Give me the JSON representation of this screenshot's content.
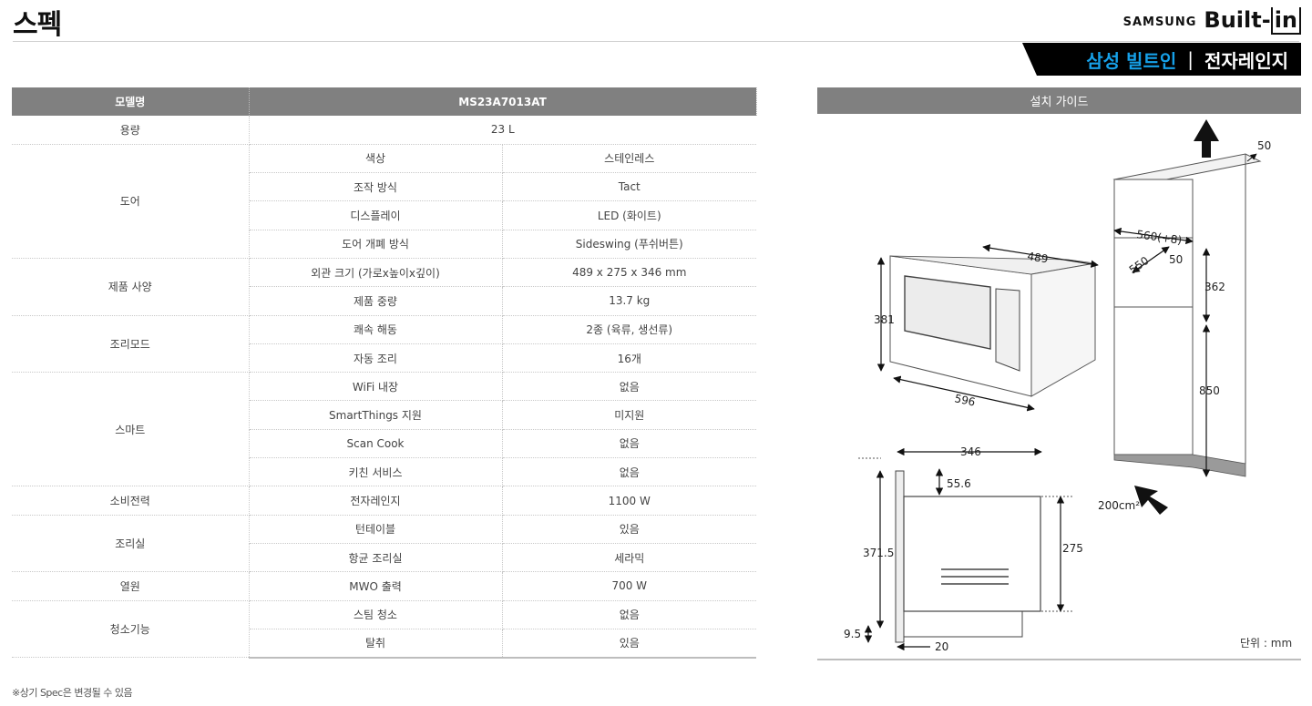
{
  "page_title": "스펙",
  "brand": {
    "samsung": "SAMSUNG",
    "built": "Built-",
    "in": "in"
  },
  "banner": {
    "part1": "삼성 빌트인",
    "separator": "|",
    "part2": "전자레인지"
  },
  "table": {
    "header": {
      "label": "모델명",
      "model": "MS23A7013AT"
    },
    "capacity": {
      "label": "용량",
      "value": "23 L"
    },
    "groups": [
      {
        "category": "도어",
        "rows": [
          {
            "key": "색상",
            "value": "스테인레스"
          },
          {
            "key": "조작 방식",
            "value": "Tact"
          },
          {
            "key": "디스플레이",
            "value": "LED (화이트)"
          },
          {
            "key": "도어 개폐 방식",
            "value": "Sideswing (푸쉬버튼)"
          }
        ]
      },
      {
        "category": "제품 사양",
        "rows": [
          {
            "key": "외관 크기 (가로x높이x깊이)",
            "value": "489 x 275 x 346 mm"
          },
          {
            "key": "제품 중량",
            "value": "13.7 kg"
          }
        ]
      },
      {
        "category": "조리모드",
        "rows": [
          {
            "key": "쾌속 해동",
            "value": "2종 (육류, 생선류)"
          },
          {
            "key": "자동 조리",
            "value": "16개"
          }
        ]
      },
      {
        "category": "스마트",
        "rows": [
          {
            "key": "WiFi 내장",
            "value": "없음"
          },
          {
            "key": "SmartThings 지원",
            "value": "미지원"
          },
          {
            "key": "Scan Cook",
            "value": "없음"
          },
          {
            "key": "키친 서비스",
            "value": "없음"
          }
        ]
      },
      {
        "category": "소비전력",
        "rows": [
          {
            "key": "전자레인지",
            "value": "1100 W"
          }
        ]
      },
      {
        "category": "조리실",
        "rows": [
          {
            "key": "턴테이블",
            "value": "있음"
          },
          {
            "key": "항균 조리실",
            "value": "세라믹"
          }
        ]
      },
      {
        "category": "열원",
        "rows": [
          {
            "key": "MWO 출력",
            "value": "700 W"
          }
        ]
      },
      {
        "category": "청소기능",
        "rows": [
          {
            "key": "스팀 청소",
            "value": "없음"
          },
          {
            "key": "탈취",
            "value": "있음"
          }
        ]
      }
    ]
  },
  "guide": {
    "title": "설치 가이드",
    "unit": "단위 : mm",
    "dims": {
      "d50_top": "50",
      "d560": "560(+8)",
      "d550": "550",
      "d50_mid": "50",
      "d362": "362",
      "d850": "850",
      "d200": "200cm²",
      "d489": "489",
      "d381": "381",
      "d596": "596",
      "d346": "346",
      "d55_6": "55.6",
      "d371_5": "371.5",
      "d275": "275",
      "d9_5": "9.5",
      "d20": "20"
    }
  },
  "footnote": "※상기 Spec은 변경될 수 있음"
}
